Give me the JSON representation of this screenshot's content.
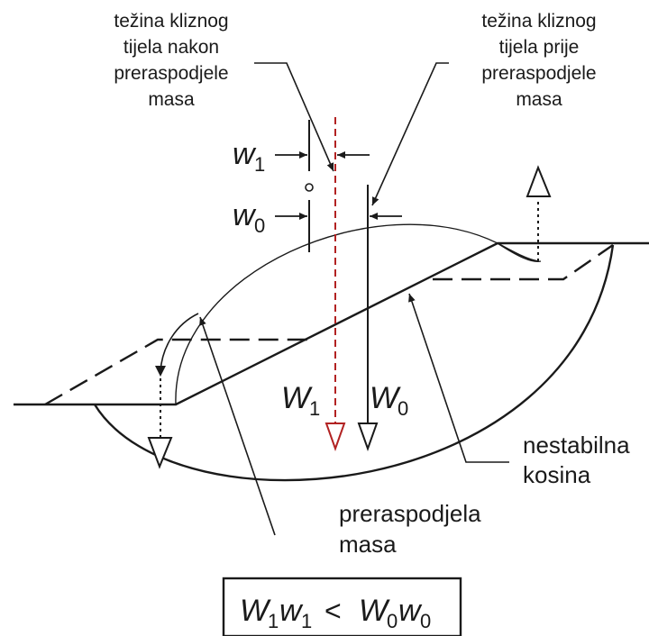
{
  "labels": {
    "after_line1": "težina kliznog",
    "after_line2": "tijela nakon",
    "after_line3": "preraspodjele",
    "after_line4": "masa",
    "before_line1": "težina kliznog",
    "before_line2": "tijela prije",
    "before_line3": "preraspodjele",
    "before_line4": "masa",
    "unstable_line1": "nestabilna",
    "unstable_line2": "kosina",
    "redist_line1": "preraspodjela",
    "redist_line2": "masa"
  },
  "symbols": {
    "w_small": "w",
    "W_big": "W",
    "sub1": "1",
    "sub0": "0",
    "less_than": "<"
  },
  "colors": {
    "ink": "#1a1a1a",
    "after_weight": "#b22222"
  }
}
